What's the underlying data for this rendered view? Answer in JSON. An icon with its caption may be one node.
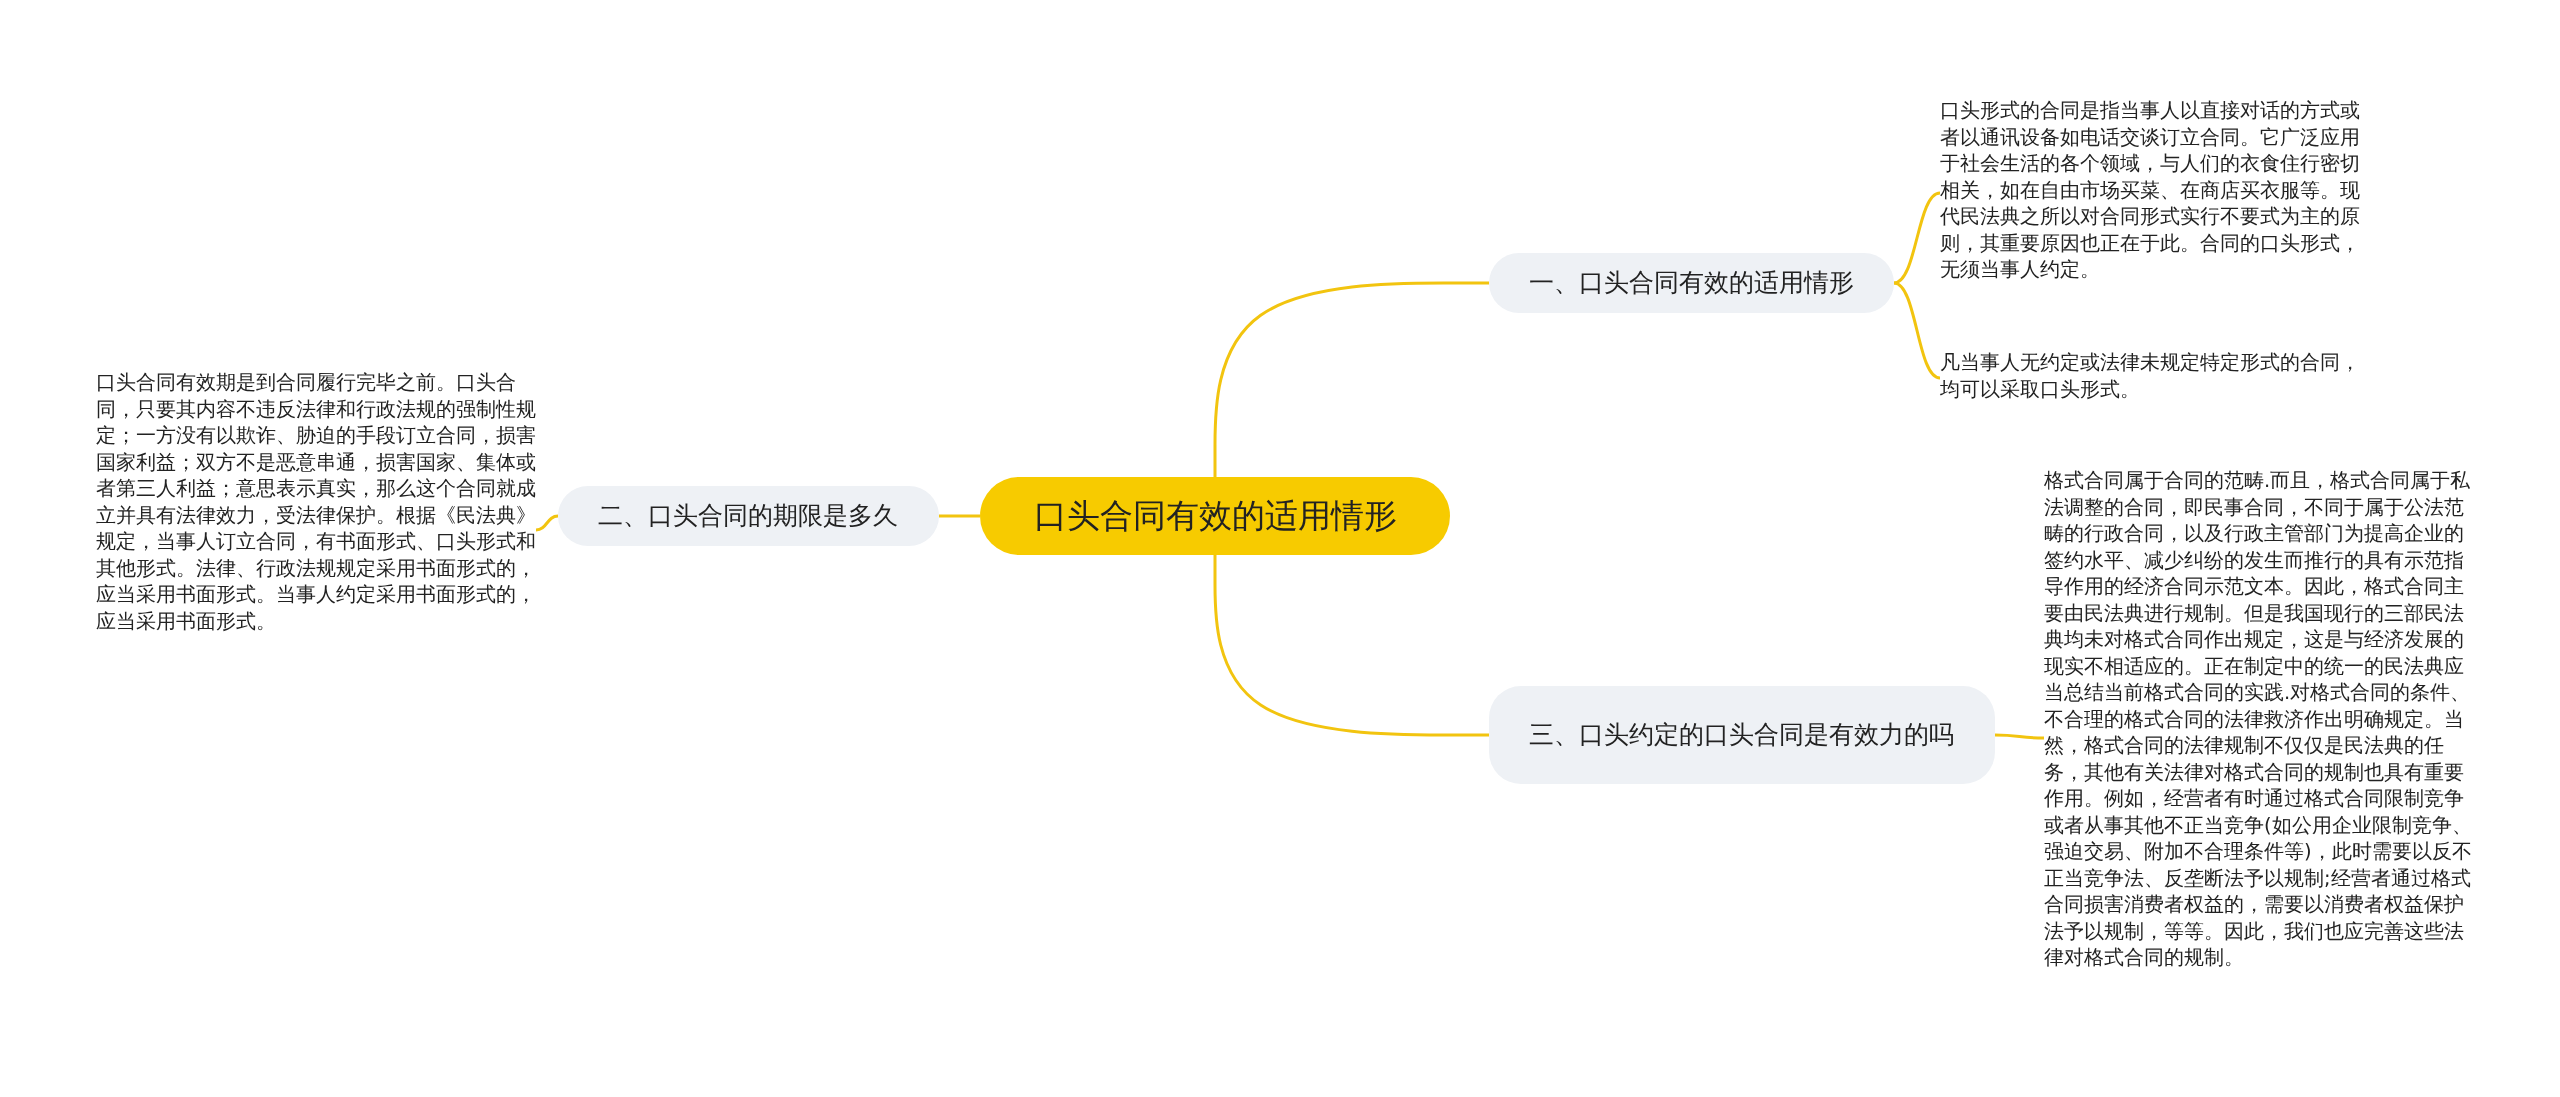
{
  "diagram": {
    "nodes": [
      {
        "text": [
          "口头合同有效的适用情形"
        ]
      },
      {
        "text": [
          "一、口头合同有效的适用情形"
        ]
      },
      {
        "text": [
          "口头形式的合同是指当事人以直接对话的方式或者以通讯设备如电话交谈订立合同。它广泛应用于社会生活的各个领域，与人们的衣食住行密切相关，如在自由市场买菜、在商店买衣服等。现代民法典之所以对合同形式实行不要式为主的原则，其重要原因也正在于此。合同的口头形式，无须当事人约定。"
        ]
      },
      {
        "text": [
          "凡当事人无约定或法律未规定特定形式的合同，均可以采取口头形式。"
        ]
      },
      {
        "text": [
          "二、口头合同的期限是多久"
        ]
      },
      {
        "text": [
          "口头合同有效期是到合同履行完毕之前。口头合同，只要其内容不违反法律和行政法规的强制性规定；一方没有以欺诈、胁迫的手段订立合同，损害国家利益；双方不是恶意串通，损害国家、集体或者第三人利益；意思表示真实，那么这个合同就成立并具有法律效力，受法律保护。根据《民法典》规定，当事人订立合同，有书面形式、口头形式和其他形式。法律、行政法规规定采用书面形式的，应当采用书面形式。当事人约定采用书面形式的，应当采用书面形式。"
        ]
      },
      {
        "text": [
          "三、口头约定的口头合同是有效力的吗"
        ]
      },
      {
        "text": [
          "格式合同属于合同的范畴.而且，格式合同属于私法调整的合同，即民事合同，不同于属于公法范畴的行政合同，以及行政主管部门为提高企业的签约水平、减少纠纷的发生而推行的具有示范指导作用的经济合同示范文本。因此，格式合同主要由民法典进行规制。但是我国现行的三部民法典均未对格式合同作出规定，这是与经济发展的现实不相适应的。正在制定中的统一的民法典应当总结当前格式合同的实践.对格式合同的条件、不合理的格式合同的法律救济作出明确规定。当然，格式合同的法律规制不仅仅是民法典的任务，其他有关法律对格式合同的规制也具有重要作用。例如，经营者有时通过格式合同限制竞争或者从事其他不正当竞争(如公用企业限制竞争、强迫交易、附加不合理条件等)，此时需要以反不正当竞争法、反垄断法予以规制;经营者通过格式合同损害消费者权益的，需要以消费者权益保护法予以规制，等等。因此，我们也应完善这些法律对格式合同的规制。"
        ]
      }
    ],
    "edges": [
      {
        "from": 0,
        "to": 1,
        "arrow": "none"
      },
      {
        "from": 1,
        "to": 2,
        "arrow": "none"
      },
      {
        "from": 1,
        "to": 3,
        "arrow": "none"
      },
      {
        "from": 0,
        "to": 4,
        "arrow": "none"
      },
      {
        "from": 4,
        "to": 5,
        "arrow": "none"
      },
      {
        "from": 0,
        "to": 6,
        "arrow": "none"
      },
      {
        "from": 6,
        "to": 7,
        "arrow": "none"
      }
    ]
  }
}
